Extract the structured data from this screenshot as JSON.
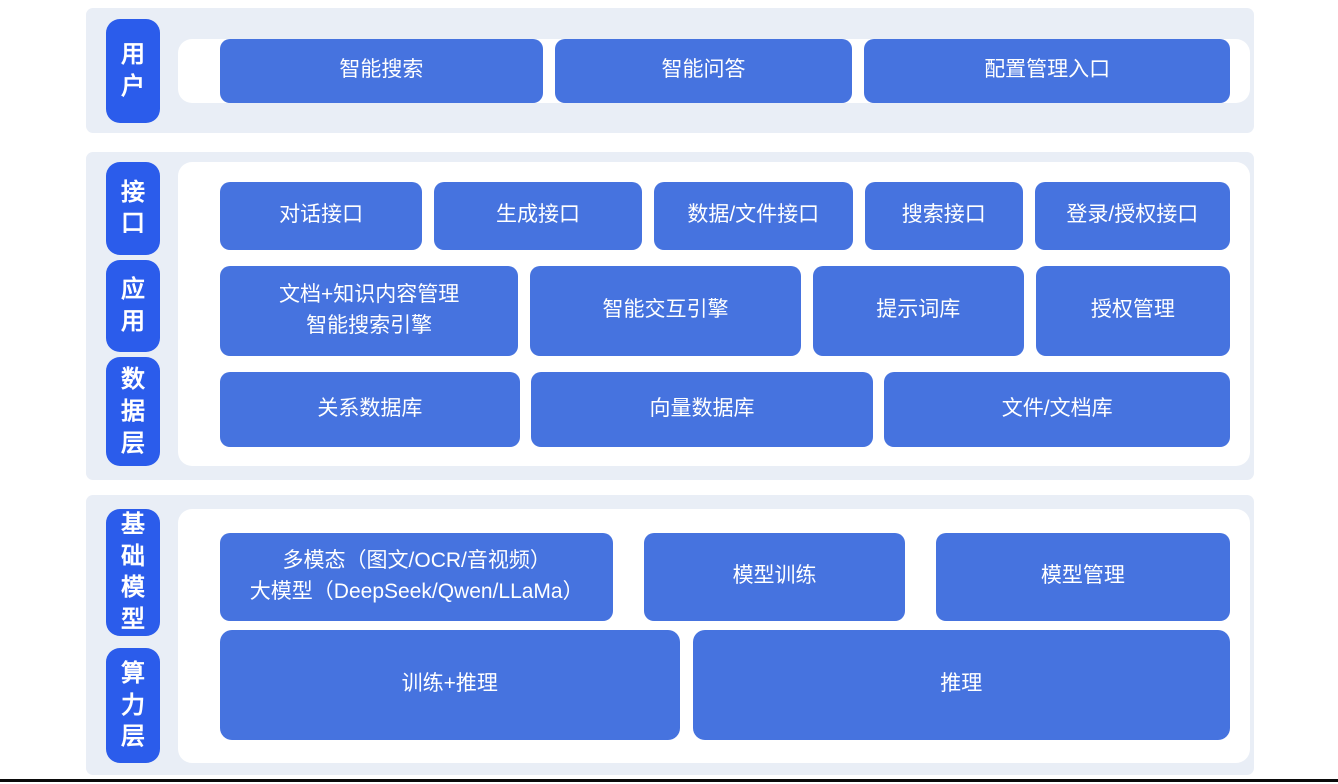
{
  "colors": {
    "block_blue": "#4673df",
    "label_blue": "#2b5ceb",
    "panel_bg": "#e9eef6",
    "card_bg": "#ffffff",
    "text_white": "#ffffff",
    "bottom_rule": "#0b0b0b"
  },
  "sections": {
    "user": {
      "label": "用户",
      "buttons": [
        "智能搜索",
        "智能问答",
        "配置管理入口"
      ]
    },
    "middle": {
      "labels": [
        "接口",
        "应用",
        "数据层"
      ],
      "row_interfaces": [
        "对话接口",
        "生成接口",
        "数据/文件接口",
        "搜索接口",
        "登录/授权接口"
      ],
      "row_applications": {
        "block1": {
          "line1": "文档+知识内容管理",
          "line2": "智能搜索引擎"
        },
        "block2": "智能交互引擎",
        "block3": "提示词库",
        "block4": "授权管理"
      },
      "row_data": [
        "关系数据库",
        "向量数据库",
        "文件/文档库"
      ]
    },
    "foundation": {
      "labels": [
        "基础模型",
        "算力层"
      ],
      "row_models": {
        "block1": {
          "line1": "多模态（图文/OCR/音视频）",
          "line2": "大模型（DeepSeek/Qwen/LLaMa）"
        },
        "block2": "模型训练",
        "block3": "模型管理"
      },
      "row_compute": [
        "训练+推理",
        "推理"
      ]
    }
  }
}
